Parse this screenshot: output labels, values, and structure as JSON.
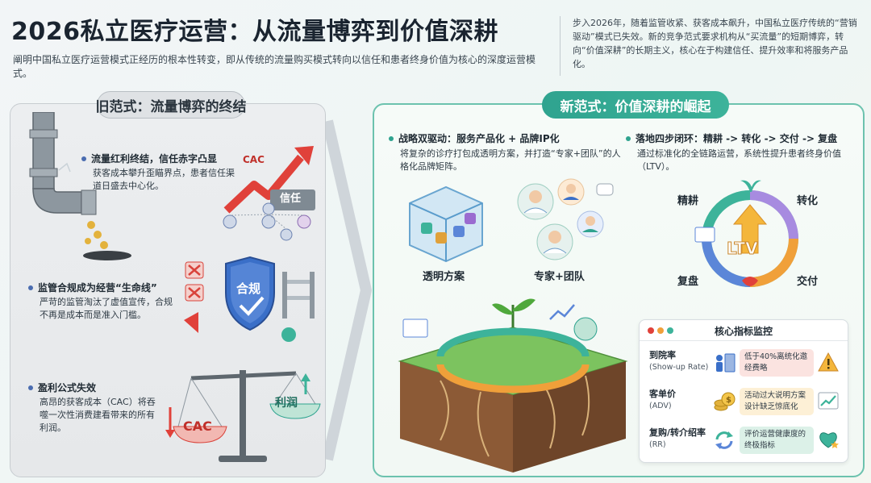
{
  "header": {
    "title": "2026私立医疗运营：从流量博弈到价值深耕",
    "subtitle": "阐明中国私立医疗运营模式正经历的根本性转变，即从传统的流量购买模式转向以信任和患者终身价值为核心的深度运营模式。",
    "intro": "步入2026年，随着监管收紧、获客成本飙升，中国私立医疗传统的“营销驱动”模式已失效。新的竞争范式要求机构从“买流量”的短期博弈，转向“价值深耕”的长期主义，核心在于构建信任、提升效率和将服务产品化。"
  },
  "old_paradigm": {
    "title": "旧范式：流量博弈的终结",
    "items": [
      {
        "heading": "流量红利终结，信任赤字凸显",
        "body": "获客成本攀升歪瞄界点，患者信任渠道日盛去中心化。"
      },
      {
        "heading": "监管合规成为经营“生命线”",
        "body": "严苛的监管淘汰了虚值宣传，合规不再是成本而是准入门槛。"
      },
      {
        "heading": "盈利公式失效",
        "body": "高昂的获客成本（CAC）将吞噬一次性消费建看带来的所有利润。"
      }
    ],
    "labels": {
      "cac": "CAC",
      "trust": "信任",
      "compliance": "合规",
      "profit": "利润",
      "cac_scale": "CAC"
    }
  },
  "new_paradigm": {
    "title": "新范式：价值深耕的崛起",
    "strategy": {
      "heading": "战略双驱动：服务产品化 + 品牌IP化",
      "body": "将复杂的诊疗打包成透明方案，并打造“专家+团队”的人格化品牌矩阵。",
      "label_plan": "透明方案",
      "label_team": "专家+团队"
    },
    "loop": {
      "heading": "落地四步闭环：精耕 -> 转化 -> 交付 -> 复盘",
      "body": "通过标准化的全链路运营，系统性提升患者终身价值（LTV）。",
      "steps": [
        "精耕",
        "转化",
        "交付",
        "复盘"
      ],
      "center": "LTV"
    }
  },
  "metrics": {
    "title": "核心指标监控",
    "rows": [
      {
        "name": "到院率",
        "sub": "(Show-up Rate)",
        "desc": "低于40%离统化邀经费略"
      },
      {
        "name": "客单价",
        "sub": "(ADV)",
        "desc": "活动过大说明方案设计缺乏惊底化"
      },
      {
        "name": "复购/转介绍率",
        "sub": "(RR)",
        "desc": "评价运营健康度的终极指标"
      }
    ]
  },
  "colors": {
    "accent": "#2fa38f",
    "warn": "#e0413a",
    "blue": "#3a6fc8"
  }
}
